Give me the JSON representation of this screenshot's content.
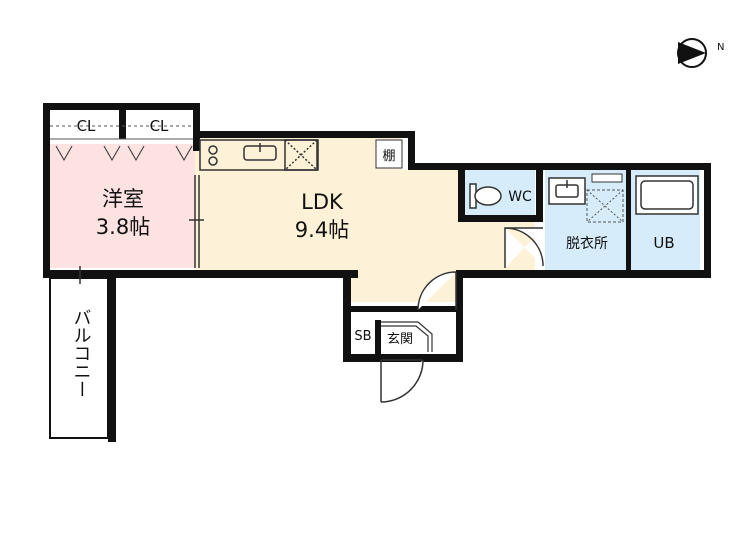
{
  "compass": {
    "north_letter": "N"
  },
  "rooms": {
    "youshitsu": {
      "name": "洋室",
      "size": "3.8帖"
    },
    "ldk": {
      "name": "LDK",
      "size": "9.4帖"
    },
    "closet_1": "CL",
    "closet_2": "CL",
    "shelf": "棚",
    "wc": "WC",
    "dressing": "脱衣所",
    "ub": "UB",
    "sb": "SB",
    "genkan": "玄関",
    "balcony": "バルコニー"
  },
  "colors": {
    "wall": "#111111",
    "ldk_floor": "#fdf2d8",
    "bedroom_floor": "#fde2e2",
    "wet_floor": "#d6ecfa",
    "plain_floor": "#ffffff",
    "fixture_line": "#333333"
  }
}
